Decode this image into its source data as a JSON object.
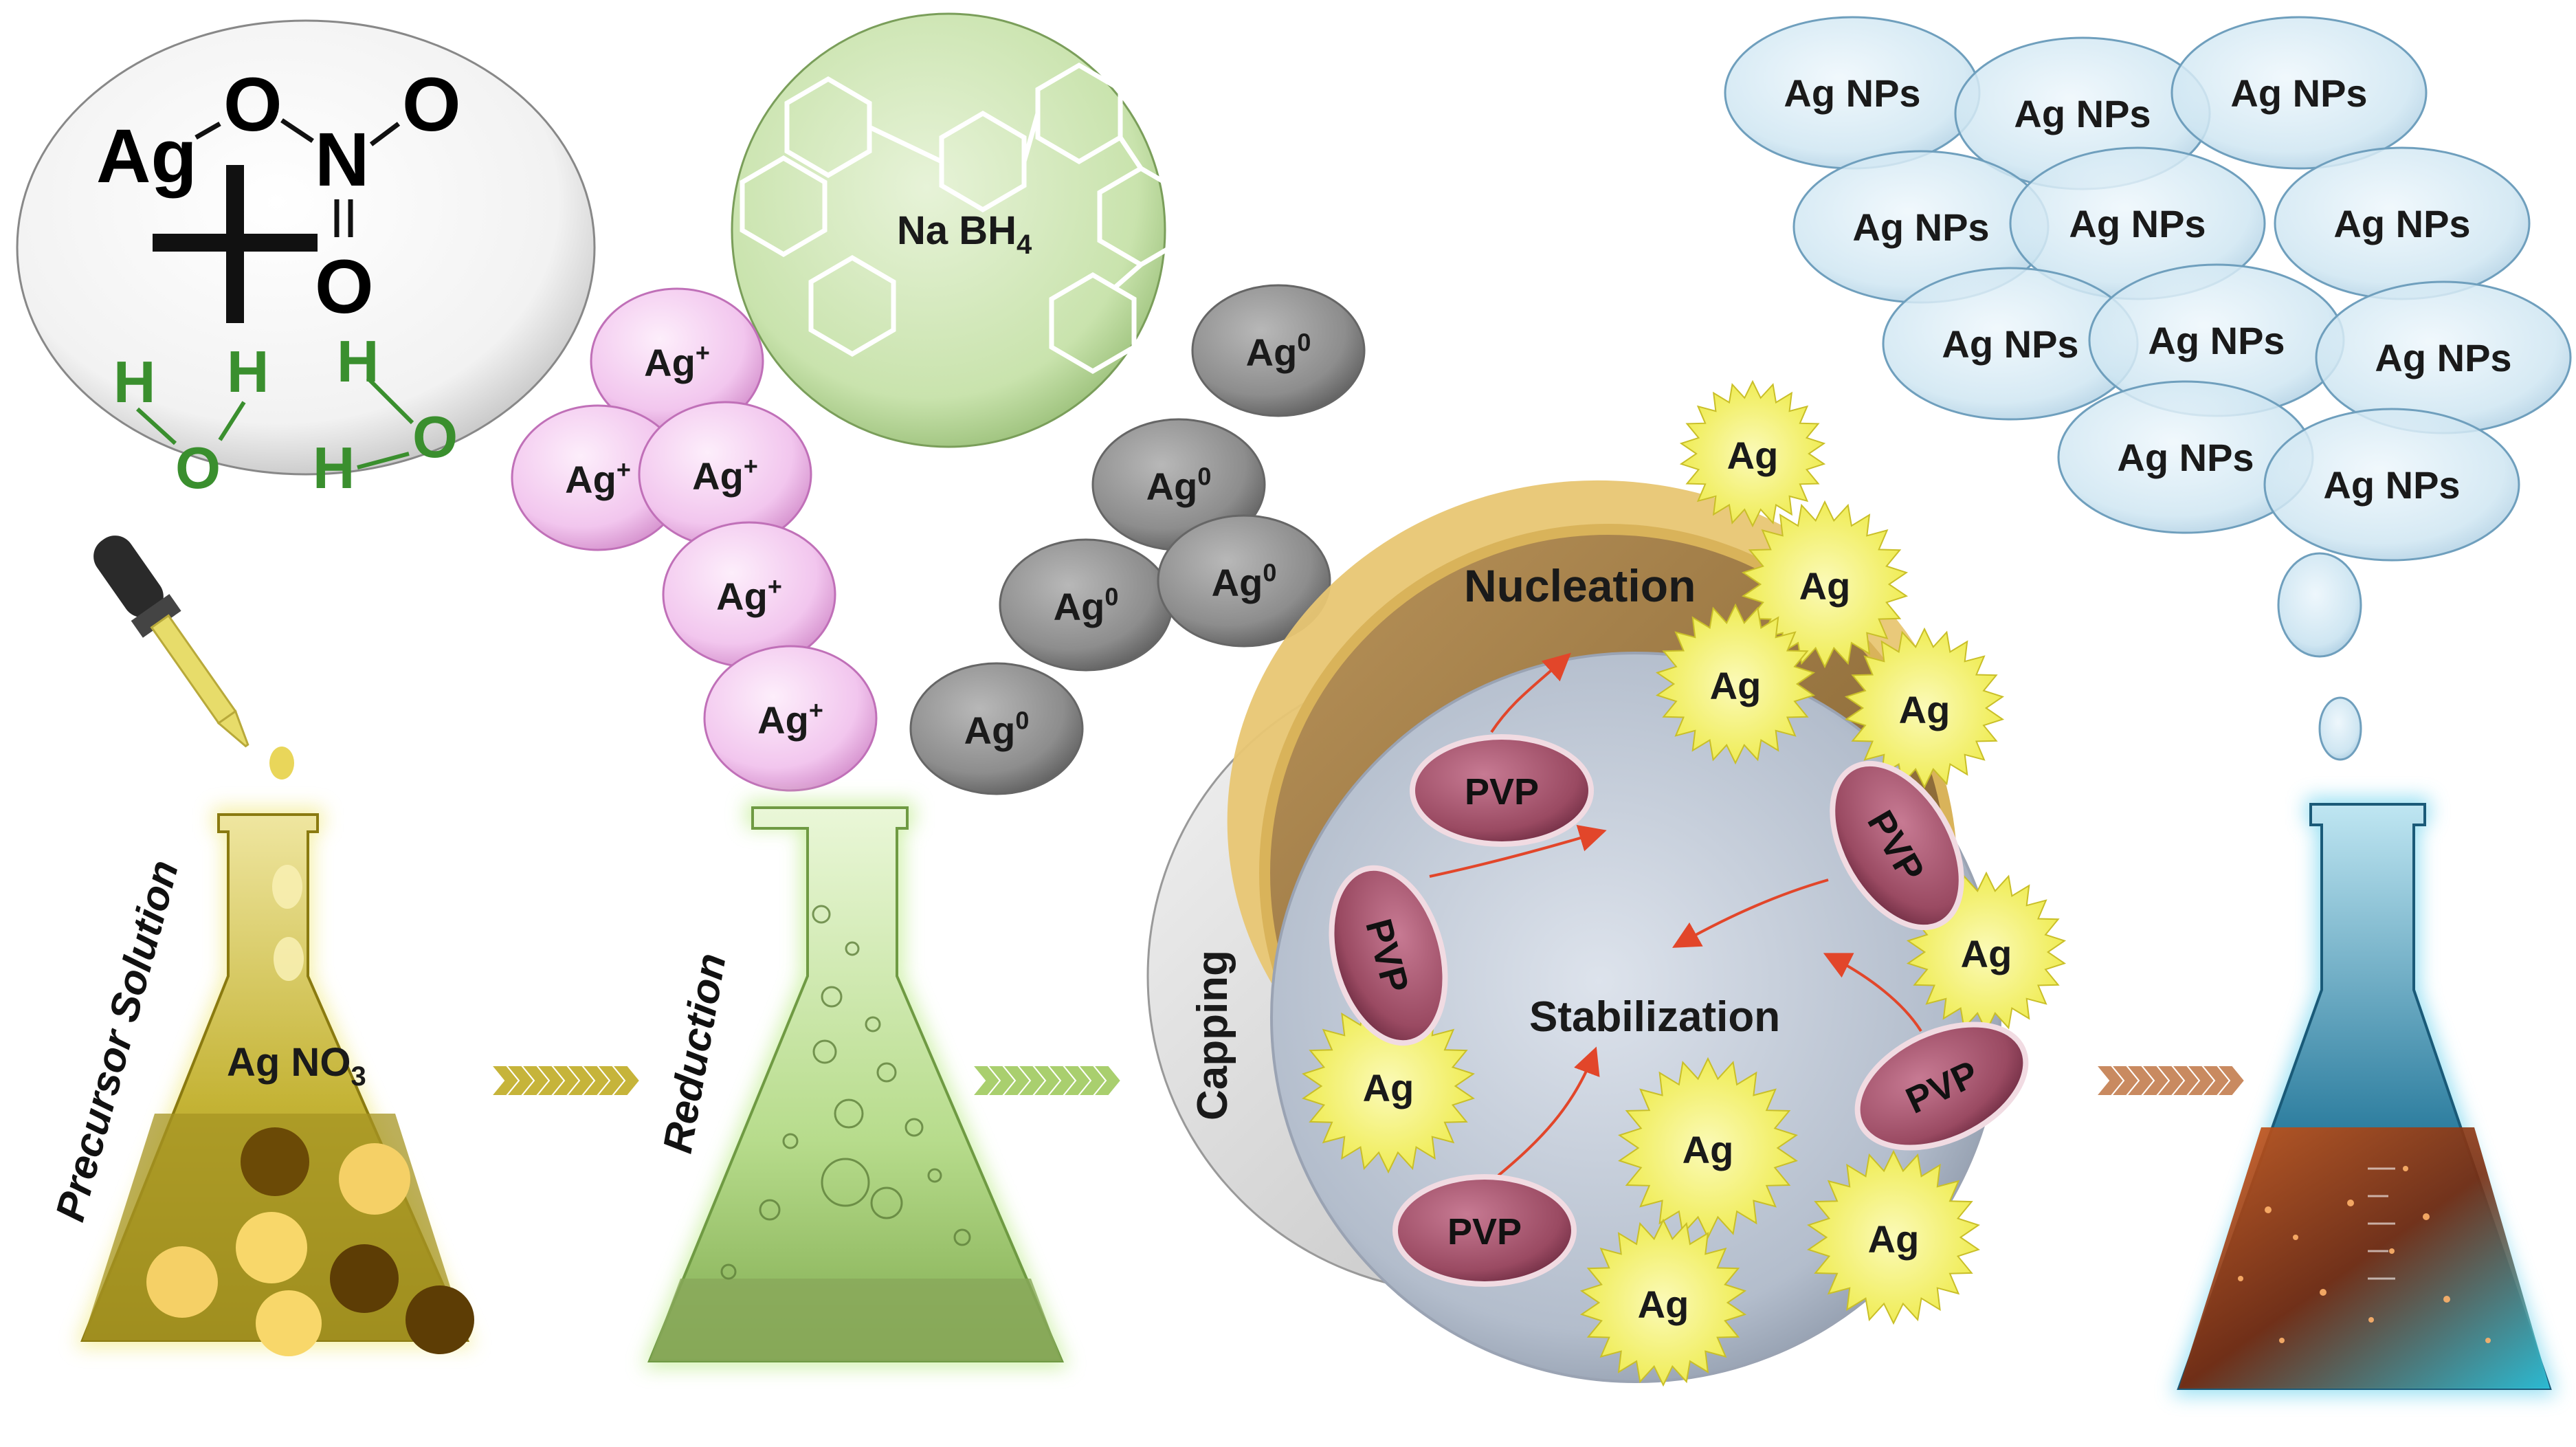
{
  "labels": {
    "precursor": "Precursor Solution",
    "reduction": "Reduction",
    "capping": "Capping",
    "nucleation": "Nucleation",
    "stabilization": "Stabilization",
    "ag_no3": "Ag NO",
    "ag_no3_sub": "3",
    "na_bh4": "Na BH",
    "na_bh4_sub": "4"
  },
  "formula": {
    "ag": "Ag",
    "o1": "O",
    "n": "N",
    "o2": "O",
    "o3": "O",
    "eq": "=",
    "water": [
      "H",
      "H",
      "O",
      "H",
      "H",
      "O"
    ]
  },
  "ag_ion": {
    "base": "Ag",
    "sup": "+"
  },
  "ag_zero": {
    "base": "Ag",
    "sup": "0"
  },
  "ag_burst": "Ag",
  "pvp": "PVP",
  "ag_nps": "Ag NPs",
  "colors": {
    "ion_fill": "#f2c6ee",
    "ion_stroke": "#c070b8",
    "zero_fill": "#8f8f8f",
    "burst_fill": "#f3f07a",
    "pvp_fill": "#9a4a62",
    "nps_fill": "#cfe6f2",
    "nps_stroke": "#6f9fbd",
    "arrow": "#e2462a",
    "water_green": "#3a8f2e"
  }
}
